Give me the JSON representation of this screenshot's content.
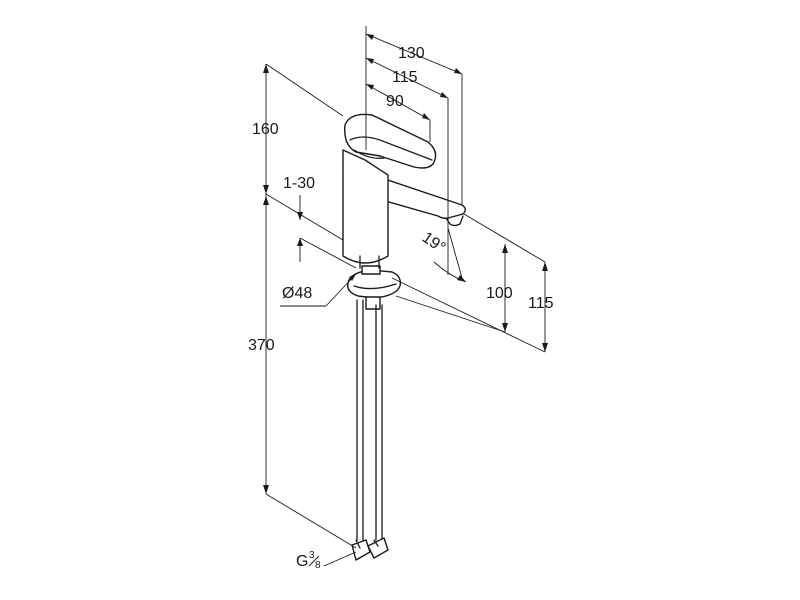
{
  "dimensions": {
    "width_130": "130",
    "width_115": "115",
    "width_90": "90",
    "height_160": "160",
    "adjust_range": "1-30",
    "angle": "19°",
    "diameter": "Ø48",
    "height_370": "370",
    "spout_100": "100",
    "spout_115": "115",
    "thread_prefix": "G",
    "thread_numerator": "3",
    "thread_denominator": "8"
  }
}
